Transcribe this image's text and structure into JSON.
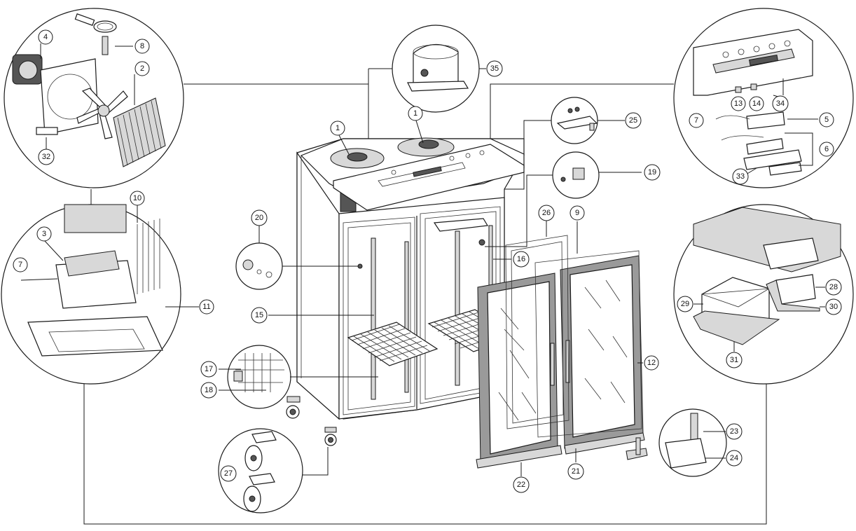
{
  "callouts": {
    "c1a": "1",
    "c1b": "1",
    "c2": "2",
    "c3": "3",
    "c4": "4",
    "c5": "5",
    "c6": "6",
    "c7a": "7",
    "c7b": "7",
    "c8": "8",
    "c9": "9",
    "c10": "10",
    "c11": "11",
    "c12": "12",
    "c13": "13",
    "c14": "14",
    "c15": "15",
    "c16": "16",
    "c17": "17",
    "c18": "18",
    "c19": "19",
    "c20": "20",
    "c21": "21",
    "c22": "22",
    "c23": "23",
    "c24": "24",
    "c25": "25",
    "c26": "26",
    "c27": "27",
    "c28": "28",
    "c29": "29",
    "c30": "30",
    "c31": "31",
    "c32": "32",
    "c33": "33",
    "c34": "34",
    "c35": "35"
  }
}
